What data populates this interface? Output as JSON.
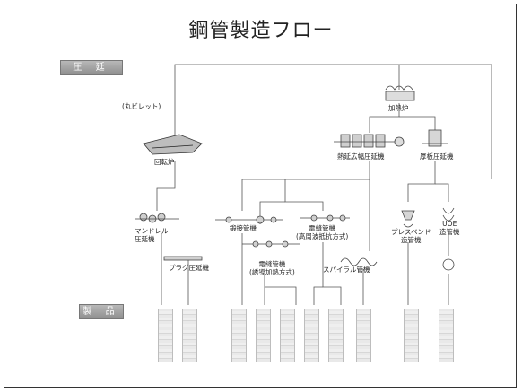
{
  "title": "鋼管製造フロー",
  "sections": {
    "rolling": "圧 延",
    "products": "製 品"
  },
  "labels": {
    "billet": "(丸ビレット)",
    "rotary_furnace": "回転炉",
    "reheating_furnace": "加熱炉",
    "hot_strip_mill": "熱延広幅圧延機",
    "plate_mill": "厚板圧延機",
    "mandrel_mill": "マンドレル\n圧延機",
    "plug_mill": "プラグ圧延機",
    "butt_weld": "鍛接管機",
    "erw": "電縫管機\n(高周波抵抗方式)",
    "erw_induction": "電縫管機\n(誘導加熱方式)",
    "spiral": "スパイラル管機",
    "press_bend": "プレスベンド\n造管機",
    "uoe": "UOE\n造管機"
  },
  "colors": {
    "line": "#555555",
    "tag_bg": "#9a9a9a",
    "product": "#dcdcdc"
  }
}
